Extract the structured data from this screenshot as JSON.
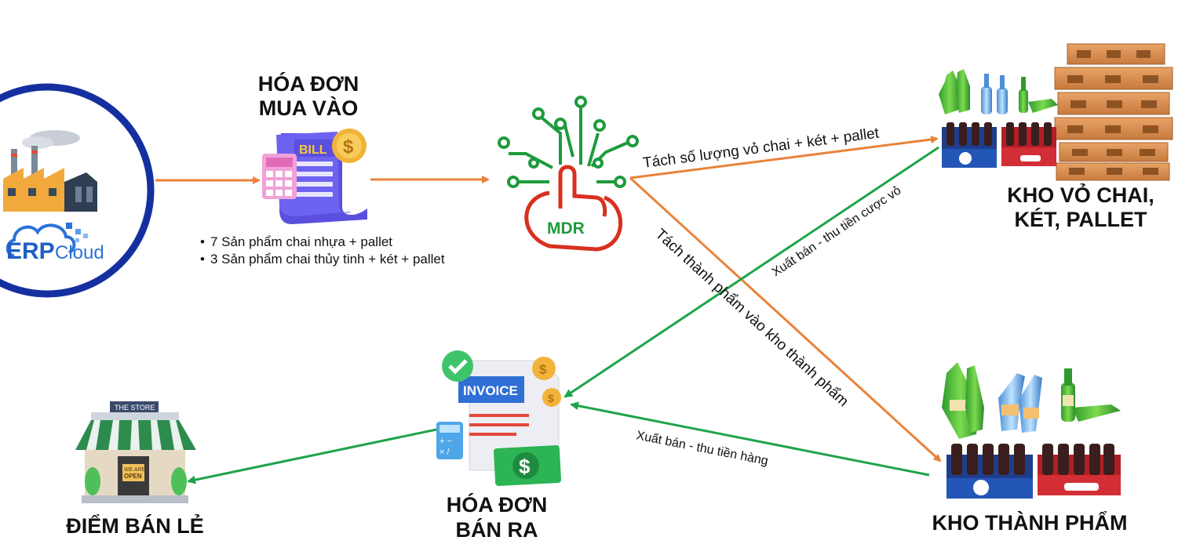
{
  "nodes": {
    "erp": {
      "logo_text": "ERP",
      "logo_text2": "Cloud"
    },
    "invoice_in": {
      "title_line1": "HÓA ĐƠN",
      "title_line2": "MUA VÀO",
      "badge": "BILL"
    },
    "invoice_in_notes": [
      "7 Sản phẩm chai nhựa + pallet",
      "3 Sản phẩm chai thủy tinh + két + pallet"
    ],
    "mdr": {
      "label": "MDR"
    },
    "empties_store": {
      "title_line1": "KHO VỎ CHAI,",
      "title_line2": "KÉT, PALLET"
    },
    "goods_store": {
      "title": "KHO THÀNH PHẨM"
    },
    "invoice_out": {
      "title_line1": "HÓA ĐƠN",
      "title_line2": "BÁN RA",
      "badge": "INVOICE"
    },
    "retail": {
      "title": "ĐIỂM BÁN LẺ",
      "store_sign": "THE STORE",
      "door_sign_1": "WE ARE",
      "door_sign_2": "OPEN"
    }
  },
  "edges": {
    "mdr_to_empties": "Tách số lượng vỏ chai + két + pallet",
    "mdr_to_goods": "Tách thành phẩm vào kho thành phẩm",
    "empties_to_invoice_out": "Xuất bán - thu tiền cược vỏ",
    "goods_to_invoice_out": "Xuất bán - thu tiền hàng"
  },
  "colors": {
    "orange_arrow": "#E8833A",
    "green_arrow": "#1FA34A",
    "erp_ring": "#1430A0",
    "mdr_green": "#1E9B3C",
    "mdr_red": "#D8301F",
    "invoice_purple": "#5B4FE0",
    "invoice_blue": "#2F6FD6"
  }
}
